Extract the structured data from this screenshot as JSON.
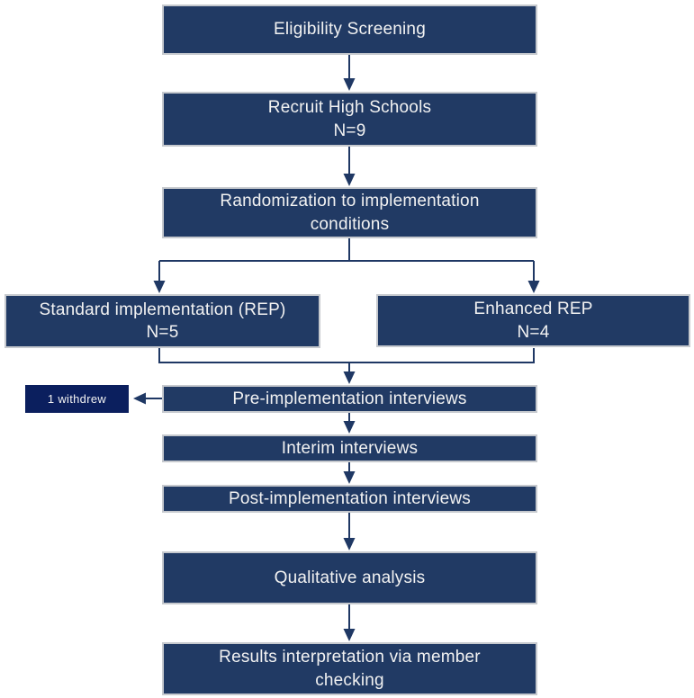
{
  "diagram": {
    "nodes": [
      {
        "id": "eligibility",
        "lines": [
          "Eligibility Screening"
        ]
      },
      {
        "id": "recruit",
        "lines": [
          "Recruit High Schools",
          "N=9"
        ]
      },
      {
        "id": "randomization",
        "lines": [
          "Randomization to implementation",
          "conditions"
        ]
      },
      {
        "id": "standard-rep",
        "lines": [
          "Standard implementation (REP)",
          "N=5"
        ]
      },
      {
        "id": "enhanced-rep",
        "lines": [
          "Enhanced REP",
          "N=4"
        ]
      },
      {
        "id": "pre-interviews",
        "lines": [
          "Pre-implementation interviews"
        ]
      },
      {
        "id": "withdrew",
        "lines": [
          "1 withdrew"
        ]
      },
      {
        "id": "interim",
        "lines": [
          "Interim interviews"
        ]
      },
      {
        "id": "post-interviews",
        "lines": [
          "Post-implementation interviews"
        ]
      },
      {
        "id": "qualitative",
        "lines": [
          "Qualitative analysis"
        ]
      },
      {
        "id": "results",
        "lines": [
          "Results interpretation via member",
          "checking"
        ]
      }
    ],
    "colors": {
      "box_fill": "#213A64",
      "box_border": "#C6C9CE",
      "side_box_fill": "#0B1F5E",
      "arrow": "#1F3864",
      "text": "#F2F2F2",
      "background": "#FFFFFF"
    }
  }
}
